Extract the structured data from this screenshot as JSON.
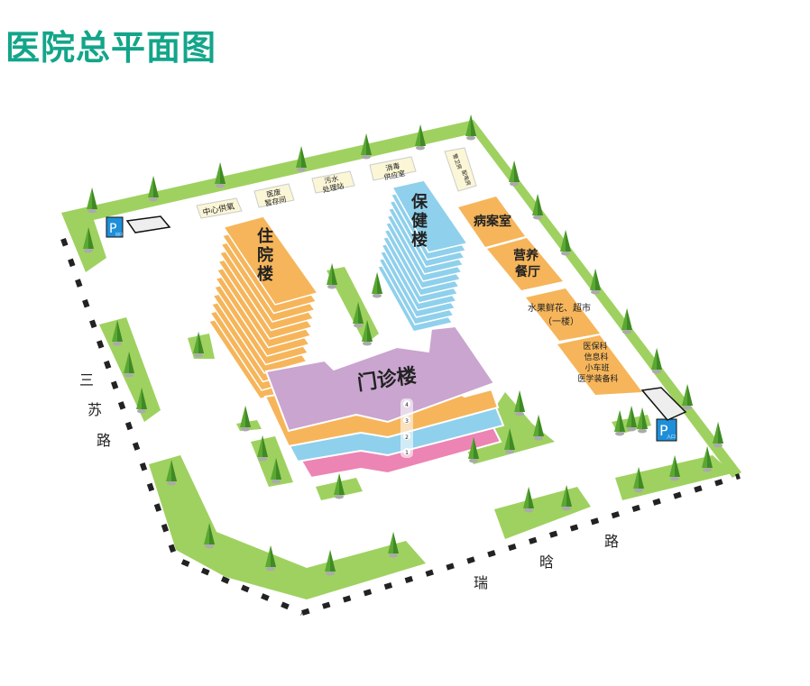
{
  "title": "医院总平面图",
  "buildings": {
    "inpatient": "住院楼",
    "healthcare": "保健楼",
    "outpatient": "门诊楼",
    "records": "病案室",
    "canteen_line1": "营养",
    "canteen_line2": "餐厅",
    "shop_line1": "水果鲜花、超市",
    "shop_line2": "（一楼）",
    "dept_line1": "医保科",
    "dept_line2": "信息科",
    "dept_line3": "小车班",
    "dept_line4": "医学装备科"
  },
  "small_labels": {
    "oxygen": "中心供氧",
    "waste_line1": "医废",
    "waste_line2": "暂存间",
    "sewage_line1": "污水",
    "sewage_line2": "处理站",
    "disinfect_line1": "消毒",
    "disinfect_line2": "供应室",
    "guard": "警卫房",
    "power": "配电房"
  },
  "floors": [
    "4",
    "3",
    "2",
    "1"
  ],
  "parking": {
    "exit_sign": "P",
    "exit_text": "出口",
    "entry_sign": "P",
    "entry_text": "入口"
  },
  "roads": {
    "west": [
      "三",
      "苏",
      "路"
    ],
    "south": [
      "瑞",
      "晗",
      "路"
    ]
  },
  "colors": {
    "title": "#13a58a",
    "grass": "#9fd160",
    "orange": "#f6b55a",
    "blue": "#8fd0ec",
    "purple": "#c9a5cf",
    "pink": "#ec84b4",
    "parking": "#1e8fd8"
  }
}
